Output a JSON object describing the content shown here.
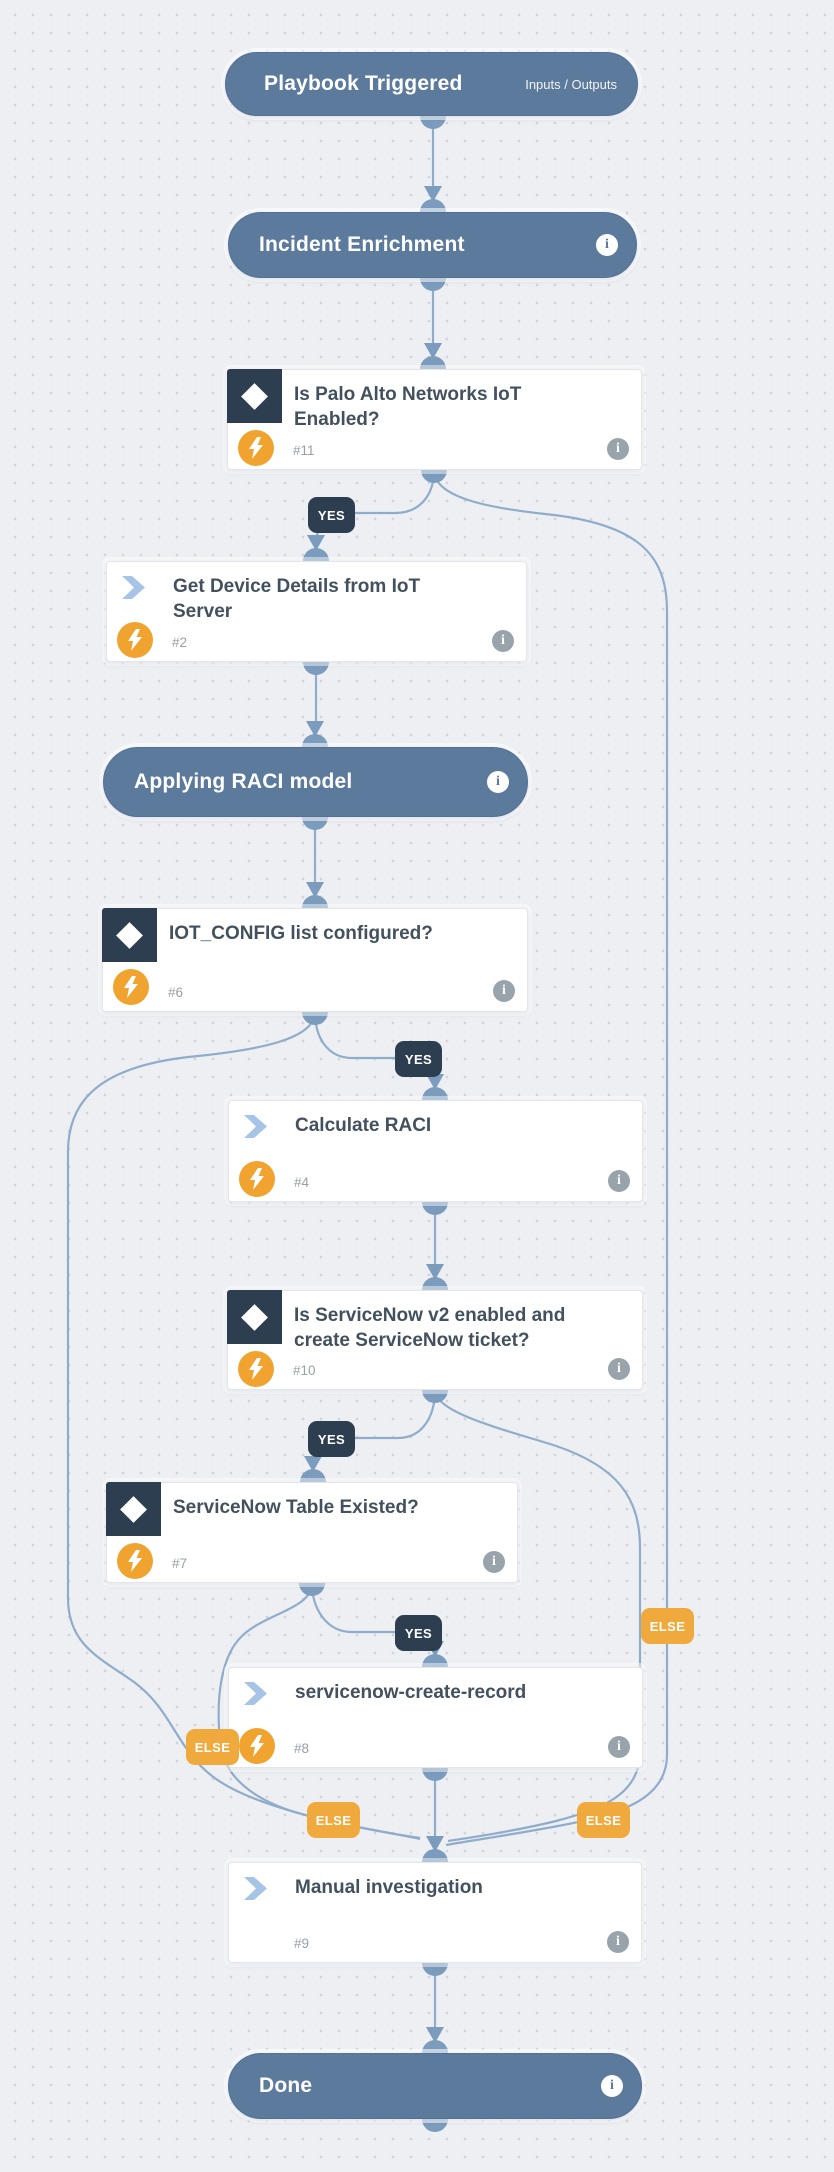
{
  "labels": {
    "yes": "YES",
    "else": "ELSE"
  },
  "icons": {
    "info_glyph": "i"
  },
  "colors": {
    "background": "#EEEFF3",
    "pill_blue": "#5C7A9B",
    "condition_navy": "#2C3E50",
    "bolt_orange": "#F0A42F",
    "else_orange": "#F0A93C",
    "wire_blue": "#8FADCB",
    "arrow_blue": "#7C9CBE",
    "title_text": "#43515F"
  },
  "nodes": {
    "playbook_triggered": {
      "title": "Playbook Triggered",
      "right_label": "Inputs / Outputs"
    },
    "incident_enrichment": {
      "title": "Incident Enrichment"
    },
    "cond_iot_enabled": {
      "title": "Is Palo Alto Networks IoT Enabled?",
      "number": "#11"
    },
    "task_get_device": {
      "title": "Get Device Details from IoT Server",
      "number": "#2"
    },
    "section_raci": {
      "title": "Applying RACI model"
    },
    "cond_iot_config": {
      "title": "IOT_CONFIG list configured?",
      "number": "#6"
    },
    "task_calculate_raci": {
      "title": "Calculate RACI",
      "number": "#4"
    },
    "cond_servicenow_v2": {
      "title": "Is ServiceNow v2 enabled and create ServiceNow ticket?",
      "number": "#10"
    },
    "cond_snow_table": {
      "title": "ServiceNow Table Existed?",
      "number": "#7"
    },
    "task_snow_create": {
      "title": "servicenow-create-record",
      "number": "#8"
    },
    "task_manual": {
      "title": "Manual investigation",
      "number": "#9"
    },
    "done": {
      "title": "Done"
    }
  }
}
